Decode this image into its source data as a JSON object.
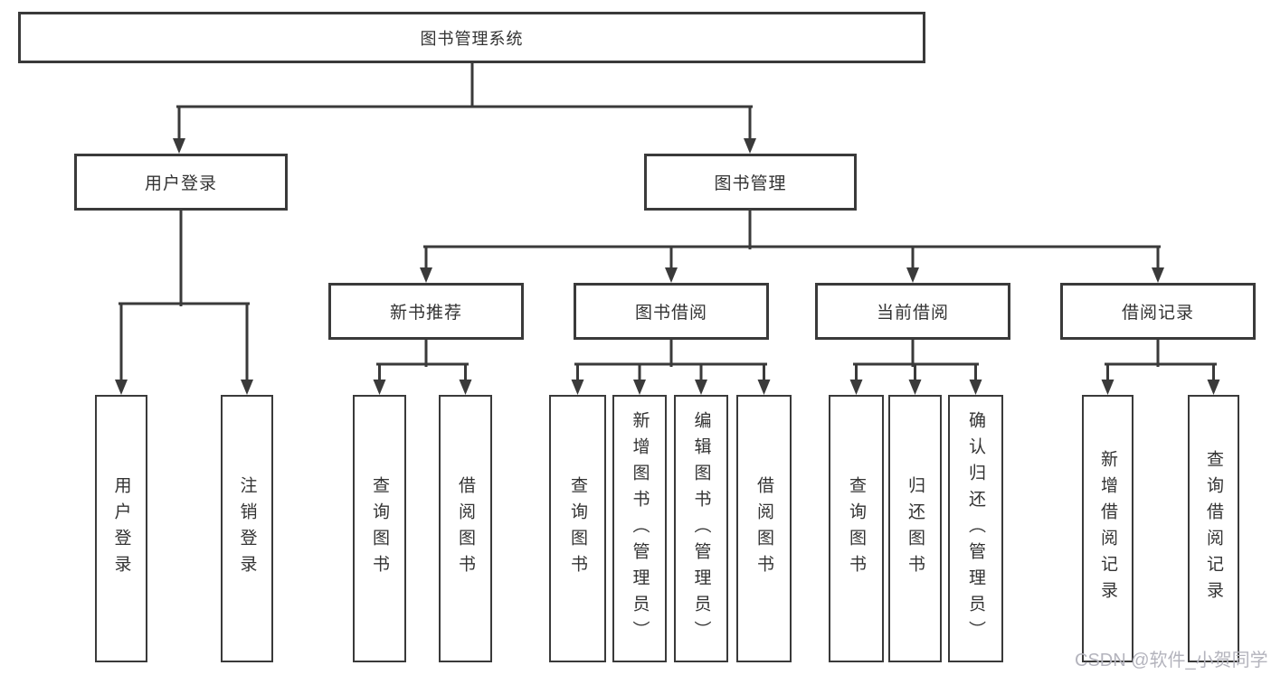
{
  "diagram": {
    "root_label": "图书管理系统",
    "level2": {
      "user_login": "用户登录",
      "book_mgmt": "图书管理"
    },
    "level3": {
      "new_books": "新书推荐",
      "book_borrow": "图书借阅",
      "current_borrow": "当前借阅",
      "borrow_records": "借阅记录"
    },
    "leaves": {
      "user_login": [
        "用户登录",
        "注销登录"
      ],
      "new_books": [
        "查询图书",
        "借阅图书"
      ],
      "book_borrow": [
        "查询图书",
        "新增图书（管理员）",
        "编辑图书（管理员）",
        "借阅图书"
      ],
      "current_borrow": [
        "查询图书",
        "归还图书",
        "确认归还（管理员）"
      ],
      "borrow_records": [
        "新增借阅记录",
        "查询借阅记录"
      ]
    }
  },
  "watermark": {
    "text": "CSDN @软件_小贺同学"
  },
  "colors": {
    "line": "#3a3a3a",
    "text": "#333333",
    "watermark": "#b4b4bd",
    "background": "#ffffff"
  }
}
